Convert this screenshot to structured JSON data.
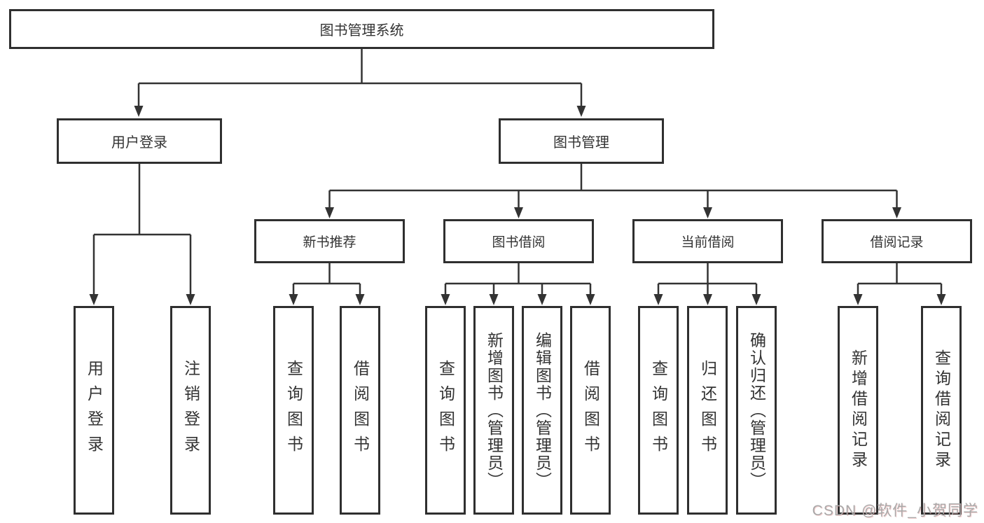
{
  "diagram": {
    "tree": {
      "label": "图书管理系统",
      "children": [
        {
          "label": "用户登录",
          "children": [
            {
              "label": "用户登录"
            },
            {
              "label": "注销登录"
            }
          ]
        },
        {
          "label": "图书管理",
          "children": [
            {
              "label": "新书推荐",
              "children": [
                {
                  "label": "查询图书"
                },
                {
                  "label": "借阅图书"
                }
              ]
            },
            {
              "label": "图书借阅",
              "children": [
                {
                  "label": "查询图书"
                },
                {
                  "label": "新增图书（管理员）"
                },
                {
                  "label": "编辑图书（管理员）"
                },
                {
                  "label": "借阅图书"
                }
              ]
            },
            {
              "label": "当前借阅",
              "children": [
                {
                  "label": "查询图书"
                },
                {
                  "label": "归还图书"
                },
                {
                  "label": "确认归还（管理员）"
                }
              ]
            },
            {
              "label": "借阅记录",
              "children": [
                {
                  "label": "新增借阅记录"
                },
                {
                  "label": "查询借阅记录"
                }
              ]
            }
          ]
        }
      ]
    }
  },
  "watermark": {
    "text": "CSDN @软件_小贺同学"
  },
  "colors": {
    "line": "#333333",
    "box_border": "#2f2f2f",
    "text": "#333333",
    "watermark": "#a9a9a9",
    "background": "#ffffff"
  }
}
